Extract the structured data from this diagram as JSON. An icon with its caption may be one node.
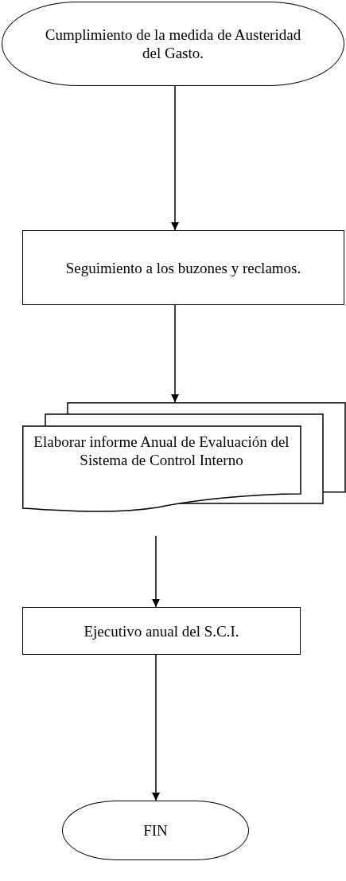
{
  "diagram": {
    "nodes": [
      {
        "text": [
          "Cumplimiento de la medida de Austeridad del Gasto."
        ]
      },
      {
        "text": [
          "Seguimiento a los buzones y reclamos."
        ]
      },
      {
        "text": [
          "Elaborar informe Anual de Evaluación del Sistema de Control Interno"
        ]
      },
      {
        "text": [
          "Ejecutivo anual del S.C.I."
        ]
      },
      {
        "text": [
          "FIN"
        ]
      }
    ],
    "edges": [
      {
        "from": 0,
        "to": 1,
        "arrow": "to"
      },
      {
        "from": 1,
        "to": 2,
        "arrow": "to"
      },
      {
        "from": 2,
        "to": 3,
        "arrow": "to"
      },
      {
        "from": 3,
        "to": 4,
        "arrow": "to"
      }
    ]
  }
}
